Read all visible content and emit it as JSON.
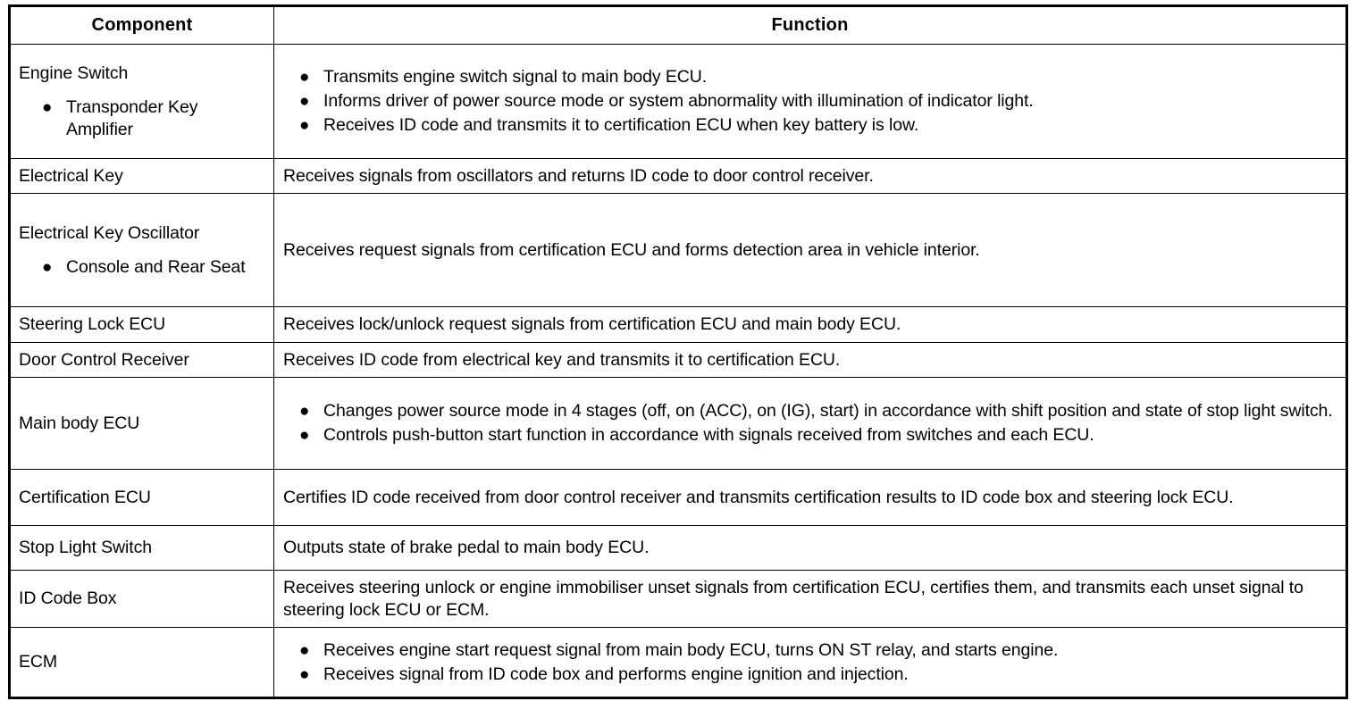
{
  "table": {
    "headers": {
      "component": "Component",
      "function": "Function"
    },
    "rows": [
      {
        "component": "Engine Switch",
        "component_bullets": [
          "Transponder Key Amplifier"
        ],
        "function_bullets": [
          "Transmits engine switch signal to main body ECU.",
          "Informs driver of power source mode or system abnormality with illumination of indicator light.",
          "Receives ID code and transmits it to certification ECU when key battery is low."
        ],
        "function_text": ""
      },
      {
        "component": "Electrical Key",
        "component_bullets": [],
        "function_bullets": [],
        "function_text": "Receives signals from oscillators and returns ID code to door control receiver."
      },
      {
        "component": "Electrical Key Oscillator",
        "component_bullets": [
          "Console and Rear Seat"
        ],
        "function_bullets": [],
        "function_text": "Receives request signals from certification ECU and forms detection area in vehicle interior."
      },
      {
        "component": "Steering Lock ECU",
        "component_bullets": [],
        "function_bullets": [],
        "function_text": "Receives lock/unlock request signals from certification ECU and main body ECU."
      },
      {
        "component": "Door Control Receiver",
        "component_bullets": [],
        "function_bullets": [],
        "function_text": "Receives ID code from electrical key and transmits it to certification ECU."
      },
      {
        "component": "Main body ECU",
        "component_bullets": [],
        "function_bullets": [
          "Changes power source mode in 4 stages (off, on (ACC), on (IG), start) in accordance with shift position and state of stop light switch.",
          "Controls push-button start function in accordance with signals received from switches and each ECU."
        ],
        "function_text": ""
      },
      {
        "component": "Certification ECU",
        "component_bullets": [],
        "function_bullets": [],
        "function_text": "Certifies ID code received from door control receiver and transmits certification results to ID code box and steering lock ECU."
      },
      {
        "component": "Stop Light Switch",
        "component_bullets": [],
        "function_bullets": [],
        "function_text": "Outputs state of brake pedal to main body ECU."
      },
      {
        "component": "ID Code Box",
        "component_bullets": [],
        "function_bullets": [],
        "function_text": "Receives steering unlock or engine immobiliser unset signals from certification ECU, certifies them, and transmits each unset signal to steering lock ECU or ECM."
      },
      {
        "component": "ECM",
        "component_bullets": [],
        "function_bullets": [
          "Receives engine start request signal from main body ECU, turns ON ST relay, and starts engine.",
          "Receives signal from ID code box and performs engine ignition and injection."
        ],
        "function_text": ""
      }
    ],
    "bullet_glyph": "●",
    "colors": {
      "border": "#000000",
      "text": "#000000",
      "background": "#ffffff"
    }
  }
}
